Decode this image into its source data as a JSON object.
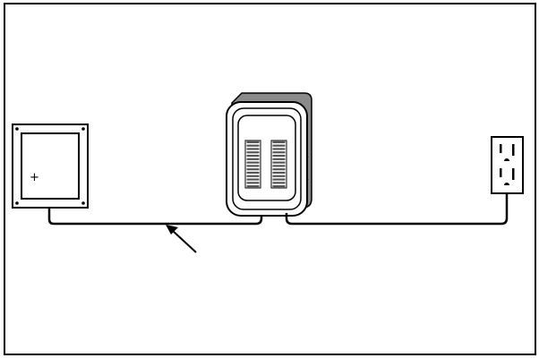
{
  "diagram": {
    "panel_label": "+",
    "colors": {
      "background": "#ffffff",
      "stroke": "#000000",
      "box_shadow": "#8a8a8a",
      "breaker_fill": "#555555"
    },
    "components": [
      {
        "name": "solar-panel",
        "label": "+"
      },
      {
        "name": "breaker-panel"
      },
      {
        "name": "electrical-outlet"
      }
    ],
    "connections": [
      {
        "from": "solar-panel",
        "to": "breaker-panel"
      },
      {
        "from": "breaker-panel",
        "to": "electrical-outlet"
      }
    ],
    "annotation": {
      "name": "pointer-arrow",
      "points_to": "solar-panel-to-breaker-cable"
    }
  }
}
